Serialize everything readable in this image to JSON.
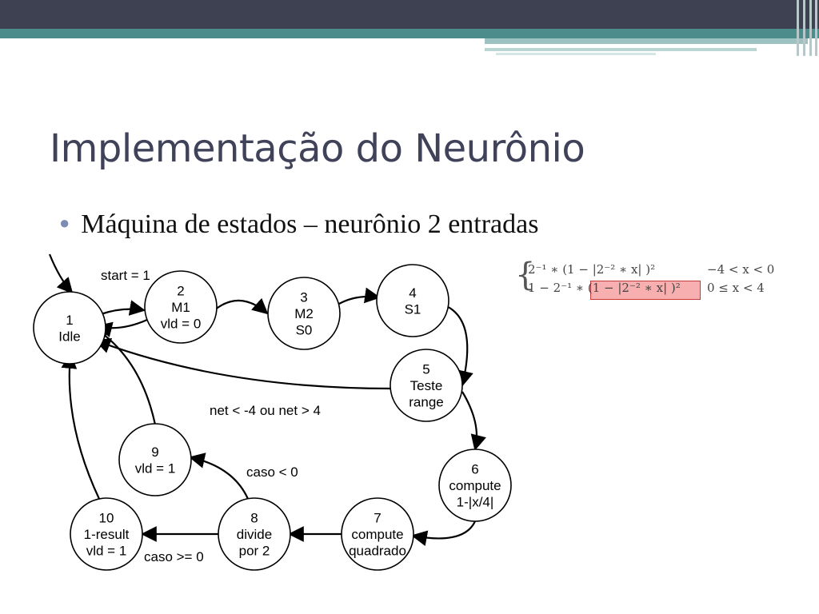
{
  "slide": {
    "title": "Implementação do Neurônio",
    "bullet": "Máquina de estados – neurônio 2 entradas"
  },
  "colors": {
    "title": "#3f4258",
    "top_bar": "#3e4152",
    "band": "#4c8c8a",
    "bullet_dot": "#7d8bb0",
    "highlight": "#f06e6e"
  },
  "formula": {
    "row1": "2⁻¹ ∗ (1 − |2⁻² ∗ x| )²",
    "row1_cond": "−4 < x < 0",
    "row2": "1 − 2⁻¹ ∗ (1 − |2⁻² ∗ x| )²",
    "row2_cond": "0 ≤ x < 4"
  },
  "diagram": {
    "states": [
      {
        "id": "s1",
        "lines": [
          "1",
          "Idle"
        ]
      },
      {
        "id": "s2",
        "lines": [
          "2",
          "M1",
          "vld = 0"
        ]
      },
      {
        "id": "s3",
        "lines": [
          "3",
          "M2",
          "S0"
        ]
      },
      {
        "id": "s4",
        "lines": [
          "4",
          "S1"
        ]
      },
      {
        "id": "s5",
        "lines": [
          "5",
          "Teste",
          "range"
        ]
      },
      {
        "id": "s6",
        "lines": [
          "6",
          "compute",
          "1-|x/4|"
        ]
      },
      {
        "id": "s7",
        "lines": [
          "7",
          "compute",
          "quadrado"
        ]
      },
      {
        "id": "s8",
        "lines": [
          "8",
          "divide",
          "por 2"
        ]
      },
      {
        "id": "s9",
        "lines": [
          "9",
          "vld = 1"
        ]
      },
      {
        "id": "s10",
        "lines": [
          "10",
          "1-result",
          "vld = 1"
        ]
      }
    ],
    "transition_labels": {
      "start": "start = 1",
      "range": "net < -4 ou net > 4",
      "caso_lt": "caso < 0",
      "caso_ge": "caso >= 0"
    }
  }
}
